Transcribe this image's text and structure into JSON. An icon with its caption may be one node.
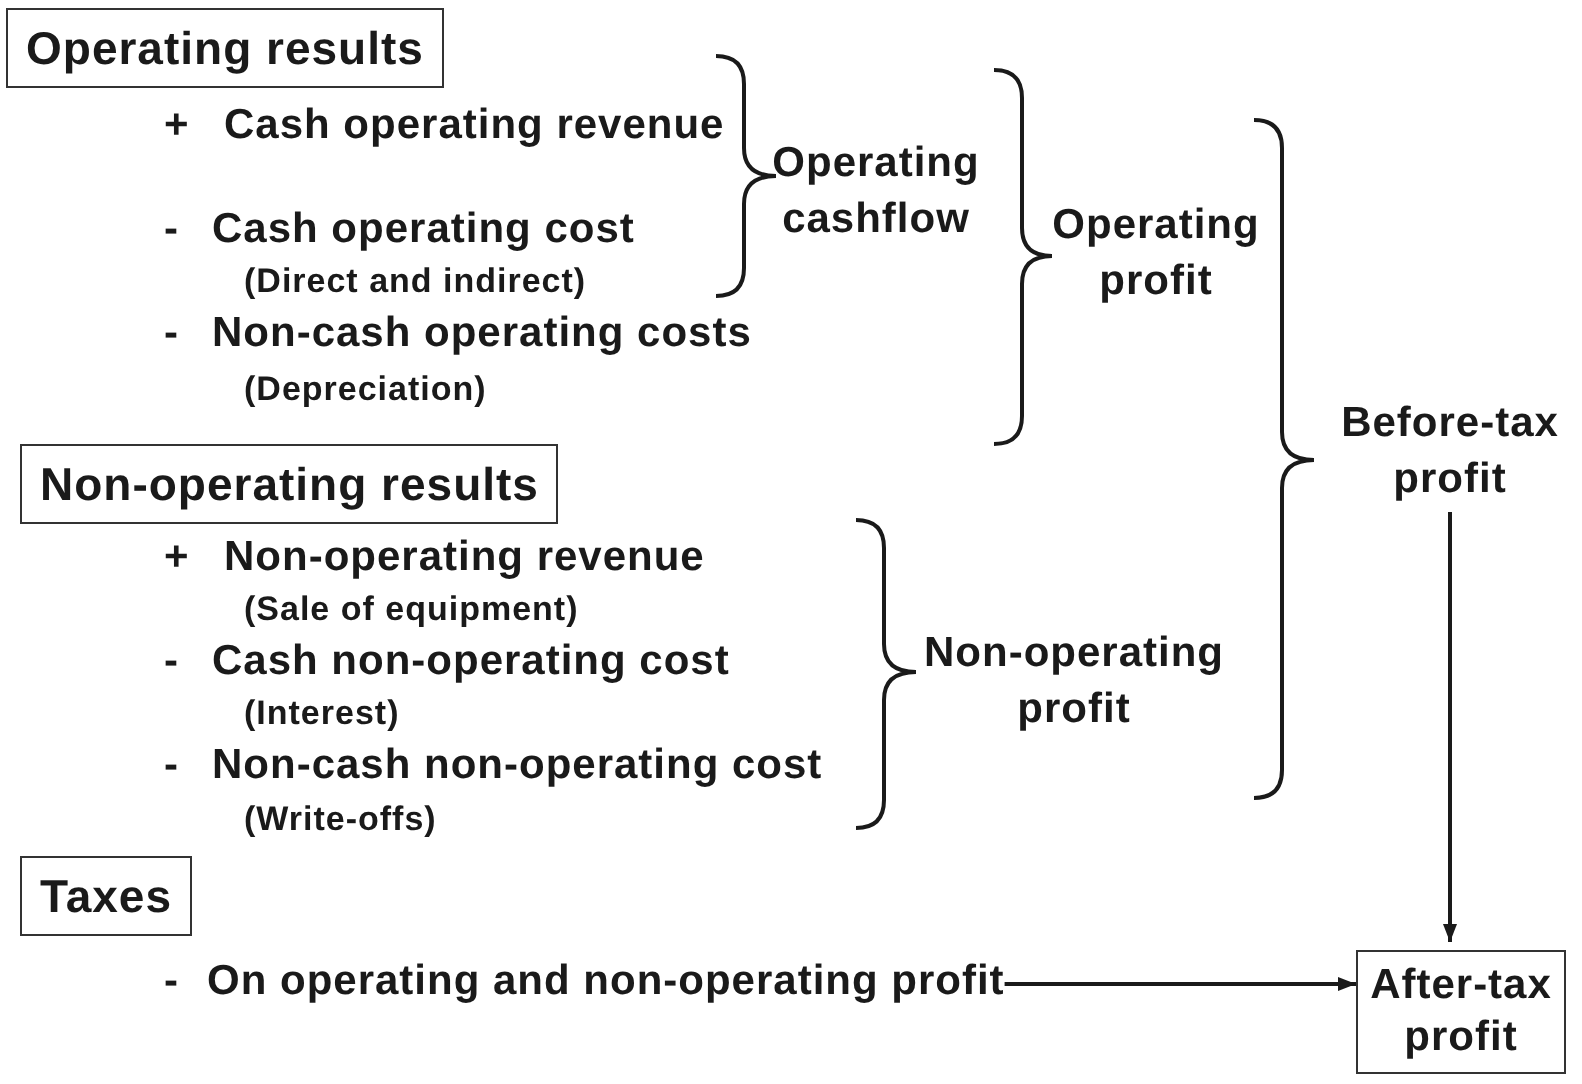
{
  "diagram": {
    "nodes": [
      {
        "text": [
          "Operating results"
        ]
      },
      {
        "text": [
          "Non-operating results"
        ]
      },
      {
        "text": [
          "Taxes"
        ]
      },
      {
        "text": [
          "Before-tax profit"
        ]
      },
      {
        "text": [
          "-",
          "On operating and non-operating profit"
        ]
      },
      {
        "text": [
          "After-tax profit"
        ]
      }
    ],
    "edges": [
      {
        "from": 3,
        "to": 5,
        "arrow": "to"
      },
      {
        "from": 4,
        "to": 5,
        "arrow": "to"
      }
    ],
    "labels": [
      "+",
      "Cash operating revenue",
      "-",
      "Cash operating cost",
      "(Direct and indirect)",
      "-",
      "Non-cash operating costs",
      "(Depreciation)",
      "Operating cashflow",
      "Operating profit",
      "+",
      "Non-operating revenue",
      "(Sale of equipment)",
      "-",
      "Cash non-operating cost",
      "(Interest)",
      "-",
      "Non-cash non-operating cost",
      "(Write-offs)",
      "Non-operating profit"
    ]
  }
}
